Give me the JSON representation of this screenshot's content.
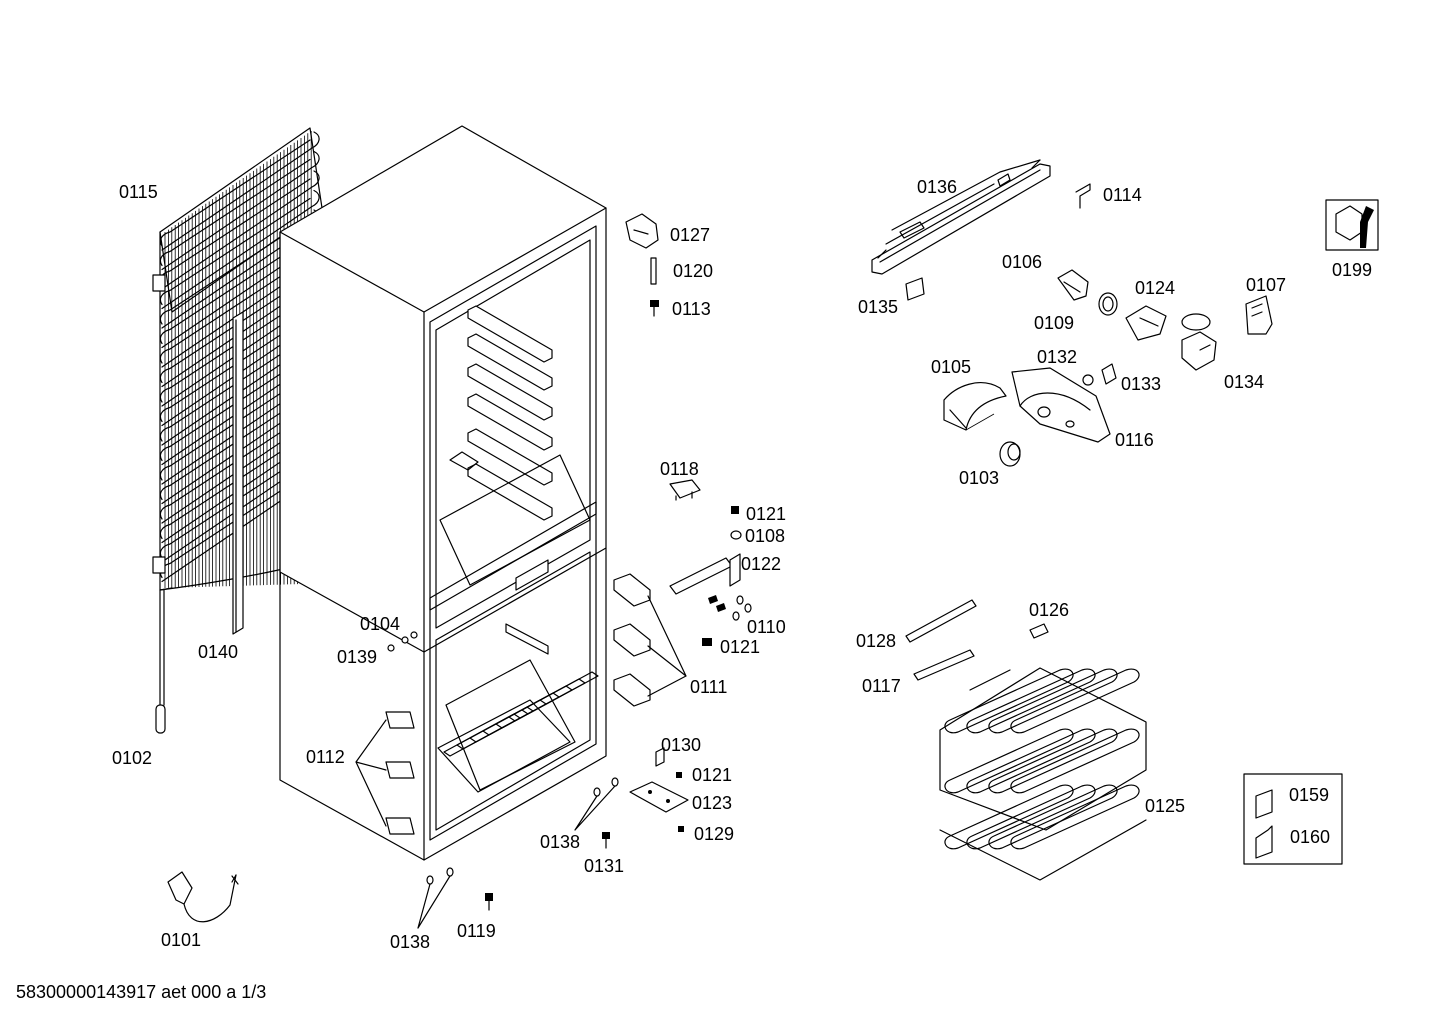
{
  "document": {
    "code": "58300000143917 aet 000 a 1/3"
  },
  "parts": [
    {
      "key": "p0115",
      "label": "0115"
    },
    {
      "key": "p0140",
      "label": "0140"
    },
    {
      "key": "p0102",
      "label": "0102"
    },
    {
      "key": "p0101",
      "label": "0101"
    },
    {
      "key": "p0104",
      "label": "0104"
    },
    {
      "key": "p0139",
      "label": "0139"
    },
    {
      "key": "p0112",
      "label": "0112"
    },
    {
      "key": "p0138a",
      "label": "0138"
    },
    {
      "key": "p0138b",
      "label": "0138"
    },
    {
      "key": "p0119",
      "label": "0119"
    },
    {
      "key": "p0131",
      "label": "0131"
    },
    {
      "key": "p0127",
      "label": "0127"
    },
    {
      "key": "p0120",
      "label": "0120"
    },
    {
      "key": "p0113",
      "label": "0113"
    },
    {
      "key": "p0118",
      "label": "0118"
    },
    {
      "key": "p0121a",
      "label": "0121"
    },
    {
      "key": "p0108",
      "label": "0108"
    },
    {
      "key": "p0122",
      "label": "0122"
    },
    {
      "key": "p0110",
      "label": "0110"
    },
    {
      "key": "p0121b",
      "label": "0121"
    },
    {
      "key": "p0111",
      "label": "0111"
    },
    {
      "key": "p0130",
      "label": "0130"
    },
    {
      "key": "p0121c",
      "label": "0121"
    },
    {
      "key": "p0123",
      "label": "0123"
    },
    {
      "key": "p0129",
      "label": "0129"
    },
    {
      "key": "p0136",
      "label": "0136"
    },
    {
      "key": "p0114",
      "label": "0114"
    },
    {
      "key": "p0106",
      "label": "0106"
    },
    {
      "key": "p0135",
      "label": "0135"
    },
    {
      "key": "p0109",
      "label": "0109"
    },
    {
      "key": "p0124",
      "label": "0124"
    },
    {
      "key": "p0107",
      "label": "0107"
    },
    {
      "key": "p0199",
      "label": "0199"
    },
    {
      "key": "p0105",
      "label": "0105"
    },
    {
      "key": "p0132",
      "label": "0132"
    },
    {
      "key": "p0133",
      "label": "0133"
    },
    {
      "key": "p0134",
      "label": "0134"
    },
    {
      "key": "p0116",
      "label": "0116"
    },
    {
      "key": "p0103",
      "label": "0103"
    },
    {
      "key": "p0126",
      "label": "0126"
    },
    {
      "key": "p0128",
      "label": "0128"
    },
    {
      "key": "p0117",
      "label": "0117"
    },
    {
      "key": "p0125",
      "label": "0125"
    },
    {
      "key": "p0159",
      "label": "0159"
    },
    {
      "key": "p0160",
      "label": "0160"
    }
  ]
}
